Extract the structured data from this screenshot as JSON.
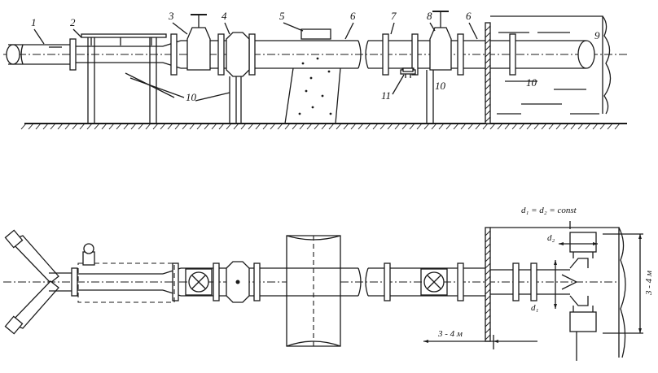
{
  "callouts": {
    "n1": "1",
    "n2": "2",
    "n3": "3",
    "n4": "4",
    "n5": "5",
    "n6a": "6",
    "n7": "7",
    "n8": "8",
    "n6b": "6",
    "n9": "9",
    "n10a": "10",
    "n10b": "10",
    "n10c": "10",
    "n11": "11"
  },
  "dimensions": {
    "equality": "d₁ = d₂ = const",
    "d1": "d₁",
    "d2": "d₂",
    "vertical_span": "3 - 4 м",
    "horizontal_span": "3 - 4 м"
  }
}
